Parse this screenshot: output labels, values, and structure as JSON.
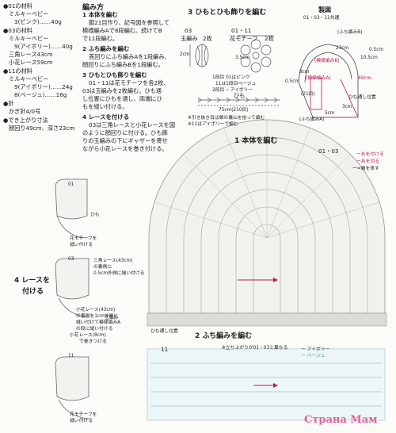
{
  "materials": {
    "heading01": "●01の材料",
    "l1": "ミルキーベビー",
    "l2": "3(ピンク)……40g",
    "heading03": "●03の材料",
    "l3": "ミルキーベビー",
    "l4": "9(アイボリー)……40g",
    "l5": "三角レース43cm",
    "l6": "小花レース59cm",
    "heading11": "●11の材料",
    "l7": "ミルキーベビー",
    "l8": "9(アイボリー)……24g",
    "l9": "8(ベージュ)……16g",
    "heading_needle": "●針",
    "l10": "かぎ針4/0号",
    "heading_size": "●でき上がり寸法",
    "l11": "顔回り49cm、深さ23cm"
  },
  "method": {
    "title": "編み方",
    "s1": "1 本体を編む",
    "p1a": "鎖21目作り、記号図を参照して",
    "p1b": "模様編みAで8段編む。続けてB",
    "p1c": "で11段編む。",
    "s2": "2 ふち編みを編む",
    "p2a": "首回りにふち編みAを1段編み、",
    "p2b": "顔回りにふち編みBを1段編む。",
    "s3": "3 ひもとひも飾りを編む",
    "p3a": "01・11は花モチーフを各2枚、",
    "p3b": "03は玉編みを2枚編む。ひも通",
    "p3c": "し位置にひもを通し、両端にひ",
    "p3d": "もを縫い付ける。",
    "s4": "4 レースを付ける",
    "p4a": "03は三角レースと小花レースを図",
    "p4b": "のように顔回りに付ける。ひも飾",
    "p4c": "りの玉編みの下にギャザーを寄せ",
    "p4d": "ながら小花レースを巻き付ける。"
  },
  "section3": {
    "title": "3 ひもとひも飾りを編む",
    "m03": "03",
    "tama": "玉編み",
    "tama_n": "2枚",
    "m0111": "01・11",
    "flower": "花モチーフ",
    "flower_n": "2枚",
    "size_2cm": "2cm",
    "size_35": "3.5cm",
    "legend1": "1段目 01はピンク",
    "legend2": "11は1段目ベージュ",
    "legend3": "2段目 ─ アイボリー",
    "himo": "ひも",
    "himo_len": "75cm(210目)",
    "note1": "※引き抜き目は鎖の裏山を拾って編む",
    "note2": "※11はアイボリーで編む"
  },
  "section3_fig": {
    "title": "製図",
    "sub": "01・03・11共通",
    "lbl_a": "(ふち編みB)",
    "lbl_b": "(模様編みB)",
    "lbl_c": "(模様編みA)",
    "lbl_d": "(ふち編みA)",
    "lbl_e": "ひも通し位置",
    "lbl_f": "49cm",
    "lbl_g": "23cm",
    "lbl_h": "8cm",
    "lbl_i": "0.5cm",
    "lbl_j": "10.5cm",
    "lbl_k": "3cm",
    "lbl_l": "5cm",
    "lbl_m": "(21目)",
    "lbl_n": "0.5cm"
  },
  "section1": {
    "title": "1 本体を編む",
    "tag": "01・03",
    "lg1": "ー糸を付ける",
    "lg2": "ー糸を切る",
    "lg3": "ー=鎖を表す"
  },
  "section2": {
    "title": "2 ふち編みを編む",
    "tag": "11",
    "note": "※立ち上がりが01・03と異なる",
    "c1": "ー アイボリー",
    "c2": "ー ベージュ",
    "start": "ひも通し位置"
  },
  "section4": {
    "title": "4 レースを",
    "title2": "付ける",
    "h01": "01",
    "h03": "03",
    "h11": "11",
    "himo1": "ひも",
    "fl1": "花モチーフを",
    "fl1b": "縫い付ける",
    "tri": "三角レース(43cm)",
    "tri2": "の裏側に",
    "tri3": "0.5cm外側に縫い付ける",
    "small": "小花レース(43cm)",
    "small2": "の裏側を1cm外側に",
    "small3": "縫い付けて模様編みA",
    "small4": "の段に縫い付ける",
    "small5": "小花レース(8cm)",
    "small6": "で巻きつける",
    "tama": "玉編み",
    "fl2": "花モチーフを",
    "fl2b": "縫い付ける"
  },
  "watermark": "Страна Мам"
}
